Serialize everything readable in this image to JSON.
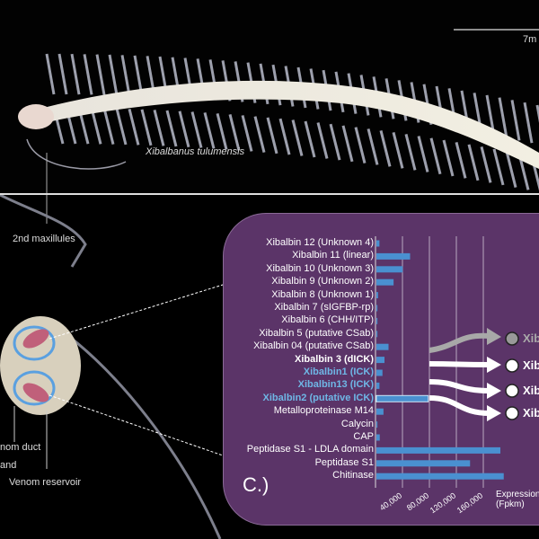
{
  "figure": {
    "species_label": "Xibalbanus tulumensis",
    "scale_label": "7m",
    "annotations": [
      "2nd maxillules",
      "nom duct",
      "and",
      "Venom reservoir"
    ],
    "panel_label": "C.)",
    "right_labels": [
      "Xib",
      "Xib",
      "Xib",
      "Xib"
    ]
  },
  "chart_data": {
    "type": "bar",
    "orientation": "horizontal",
    "title": "",
    "xlabel": "Expression (Fpkm)",
    "xlabel_lines": [
      "Expression",
      "(Fpkm)"
    ],
    "ylabel": "",
    "xlim": [
      0,
      200000
    ],
    "xticks": [
      40000,
      80000,
      120000,
      160000
    ],
    "xtick_labels": [
      "40,000",
      "80,000",
      "120,000",
      "160,000"
    ],
    "grid": true,
    "categories": [
      "Xibalbin 12 (Unknown 4)",
      "Xibalbin 11 (linear)",
      "Xibalbin 10 (Unknown 3)",
      "Xibalbin 9 (Unknown 2)",
      "Xibalbin 8 (Unknown 1)",
      "Xibalbin 7 (sIGFBP-rp)",
      "Xibalbin 6 (CHH/ITP)",
      "Xibalbin 5 (putative CSab)",
      "Xibalbin 04 (putative CSab)",
      "Xibalbin 3 (dICK)",
      "Xibalbin1 (ICK)",
      "Xibalbin13 (ICK)",
      "Xibalbin2 (putative ICK)",
      "Metalloproteinase M14",
      "Calycin",
      "CAP",
      "Peptidase S1 - LDLA domain",
      "Peptidase S1",
      "Chitinase"
    ],
    "styles": [
      "n",
      "n",
      "n",
      "n",
      "n",
      "n",
      "n",
      "n",
      "n",
      "b",
      "c",
      "c",
      "c",
      "n",
      "n",
      "n",
      "n",
      "n",
      "n"
    ],
    "values": [
      4500,
      50000,
      39000,
      25500,
      2500,
      1500,
      1500,
      1500,
      18000,
      12000,
      9000,
      4500,
      77000,
      10500,
      1500,
      5000,
      184000,
      139000,
      189000
    ],
    "bar_color": "#4a90d0"
  }
}
